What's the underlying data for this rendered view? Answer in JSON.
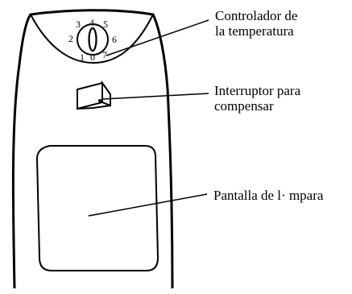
{
  "callouts": {
    "temperature_controller": {
      "line1": "Controlador de",
      "line2": "la temperatura"
    },
    "compensate_switch": {
      "line1": "Interruptor para",
      "line2": "compensar"
    },
    "lamp_screen": {
      "line1": "Pantalla de l· mpara"
    }
  },
  "dial": {
    "numbers": {
      "n0": "0",
      "n1": "1",
      "n2": "2",
      "n3": "3",
      "n4": "4",
      "n5": "5",
      "n6": "6",
      "n7": "7"
    }
  },
  "colors": {
    "stroke": "#000000",
    "background": "#ffffff"
  }
}
